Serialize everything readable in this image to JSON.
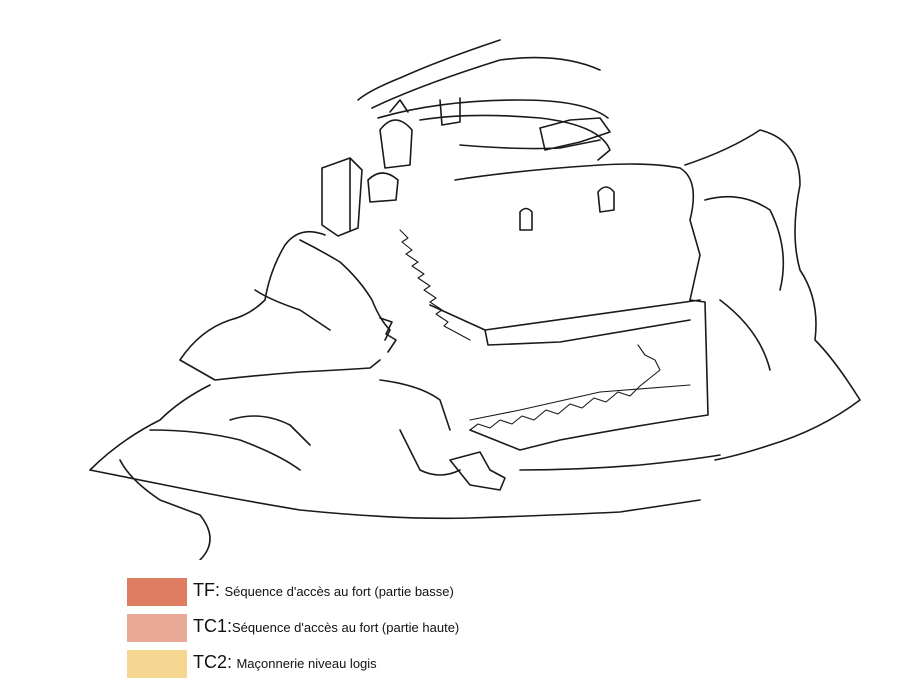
{
  "colors": {
    "tf": "#de7c62",
    "tc1": "#e8a996",
    "tc2": "#f5d690",
    "stone_light": "#d8d8d8",
    "stone_dark": "#a4a4a4"
  },
  "legend": [
    {
      "code": "TF:",
      "description": "Séquence d'accès au fort (partie basse)",
      "color_key": "tf"
    },
    {
      "code": "TC1:",
      "description": "Séquence d'accès au fort (partie haute)",
      "color_key": "tc1"
    },
    {
      "code": "TC2:",
      "description": "Maçonnerie niveau logis",
      "color_key": "tc2"
    }
  ]
}
